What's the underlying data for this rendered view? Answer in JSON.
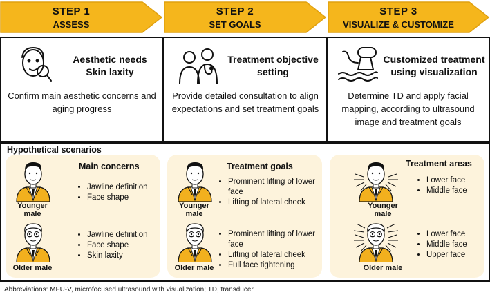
{
  "steps": [
    {
      "line1": "STEP  1",
      "line2": "ASSESS",
      "title": "Aesthetic needs\nSkin laxity",
      "icon": "face-magnifier-icon",
      "description": "Confirm main aesthetic concerns and aging progress"
    },
    {
      "line1": "STEP  2",
      "line2": "SET GOALS",
      "title": "Treatment objective\nsetting",
      "icon": "doctor-patient-icon",
      "description": "Provide detailed consultation to align expectations and set treatment goals"
    },
    {
      "line1": "STEP  3",
      "line2": "VISUALIZE & CUSTOMIZE",
      "title": "Customized treatment\nusing visualization",
      "icon": "ultrasound-device-icon",
      "description": "Determine TD and apply facial mapping, according to ultrasound image and treatment goals"
    }
  ],
  "scenarios": {
    "heading": "Hypothetical scenarios",
    "younger_label": "Younger male",
    "older_label": "Older male",
    "cards": [
      {
        "title": "Main concerns",
        "younger": [
          "Jawline definition",
          "Face shape"
        ],
        "older": [
          "Jawline definition",
          "Face shape",
          "Skin laxity"
        ]
      },
      {
        "title": "Treatment goals",
        "younger": [
          "Prominent lifting of lower face",
          "Lifting of lateral cheek"
        ],
        "older": [
          "Prominent lifting of lower face",
          "Lifting of lateral cheek",
          "Full face tightening"
        ]
      },
      {
        "title": "Treatment areas",
        "younger": [
          "Lower face",
          "Middle face"
        ],
        "older": [
          "Lower face",
          "Middle face",
          "Upper face"
        ]
      }
    ]
  },
  "footnote": "Abbreviations: MFU-V, microfocused ultrasound with visualization; TD, transducer",
  "colors": {
    "arrow_fill": "#f5b61c",
    "arrow_stroke": "#e0a00e",
    "card_bg": "#fdf3dc",
    "jacket": "#f2b01e"
  }
}
